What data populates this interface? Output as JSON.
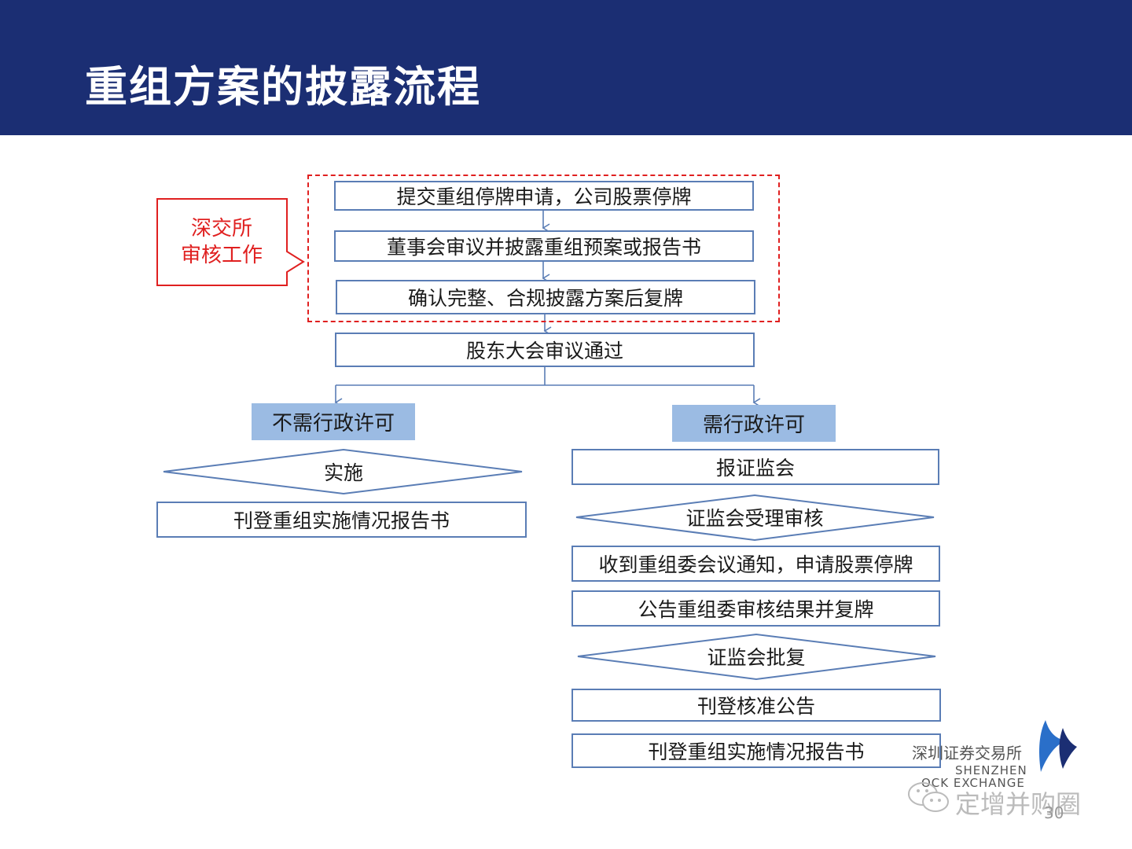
{
  "title": "重组方案的披露流程",
  "callout": {
    "line1": "深交所",
    "line2": "审核工作"
  },
  "top_steps": [
    "提交重组停牌申请，公司股票停牌",
    "董事会审议并披露重组预案或报告书",
    "确认完整、合规披露方案后复牌"
  ],
  "shareholder_step": "股东大会审议通过",
  "left_branch": {
    "category": "不需行政许可",
    "decision": "实施",
    "step": "刊登重组实施情况报告书"
  },
  "right_branch": {
    "category": "需行政许可",
    "step1": "报证监会",
    "decision1": "证监会受理审核",
    "step2": "收到重组委会议通知，申请股票停牌",
    "step3": "公告重组委审核结果并复牌",
    "decision2": "证监会批复",
    "step4": "刊登核准公告",
    "step5": "刊登重组实施情况报告书"
  },
  "logo": {
    "cn": "深圳证券交易所",
    "en1": "SHENZHEN",
    "en2": "OCK EXCHANGE"
  },
  "watermark": "定增并购圈",
  "page_number": "30",
  "colors": {
    "header": "#1b2e73",
    "box_border": "#5a7db5",
    "category_fill": "#9bbbe3",
    "callout_red": "#e02020"
  }
}
